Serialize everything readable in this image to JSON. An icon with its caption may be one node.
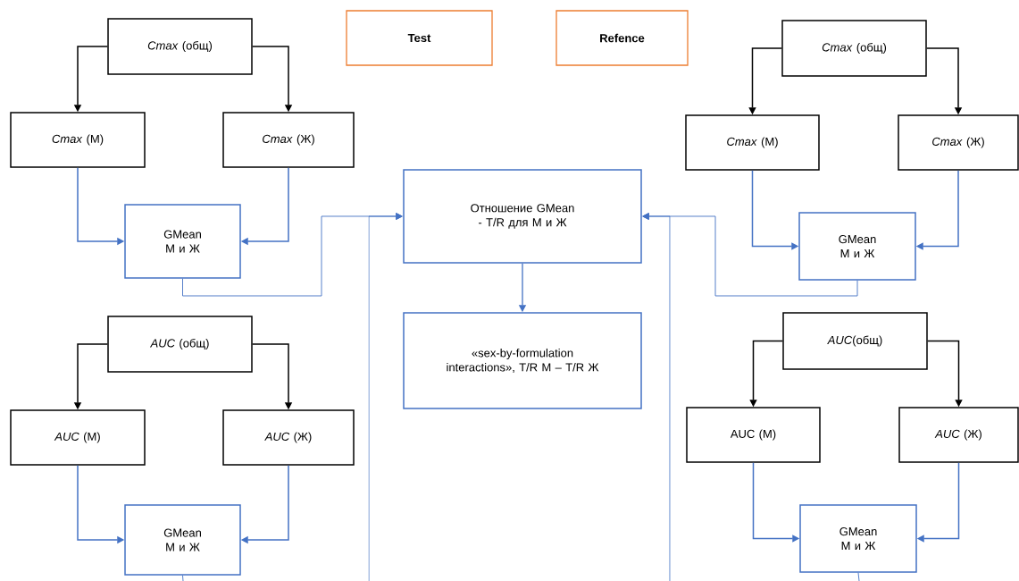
{
  "diagram": {
    "nodes": [
      {
        "text": [
          "Test"
        ]
      },
      {
        "text": [
          "Refence"
        ]
      },
      {
        "text": [
          "*Cmax* (общ)"
        ]
      },
      {
        "text": [
          "*Cmax* (общ)"
        ]
      },
      {
        "text": [
          "*Cmax* (М)"
        ]
      },
      {
        "text": [
          "*Cmax* (Ж)"
        ]
      },
      {
        "text": [
          "*Cmax* (М)"
        ]
      },
      {
        "text": [
          "*Cmax* (Ж)"
        ]
      },
      {
        "text": [
          "Отношение GMean - T/R для М и Ж"
        ]
      },
      {
        "text": [
          "GMean М и Ж"
        ]
      },
      {
        "text": [
          "GMean М и Ж"
        ]
      },
      {
        "text": [
          "«sex-by-formulation interactions», T/R М – T/R Ж"
        ]
      },
      {
        "text": [
          "*AUC* (общ)"
        ]
      },
      {
        "text": [
          "*AUC*(общ)"
        ]
      },
      {
        "text": [
          "*AUC* (М)"
        ]
      },
      {
        "text": [
          "*AUC* (Ж)"
        ]
      },
      {
        "text": [
          "AUC (М)"
        ]
      },
      {
        "text": [
          "*AUC* (Ж)"
        ]
      },
      {
        "text": [
          "GMean М и Ж"
        ]
      },
      {
        "text": [
          "GMean М и Ж"
        ]
      }
    ],
    "edges": [
      {
        "from": 2,
        "to": 4,
        "arrow": "to",
        "color": "#000000"
      },
      {
        "from": 2,
        "to": 5,
        "arrow": "to",
        "color": "#000000"
      },
      {
        "from": 3,
        "to": 6,
        "arrow": "to",
        "color": "#000000"
      },
      {
        "from": 3,
        "to": 7,
        "arrow": "to",
        "color": "#000000"
      },
      {
        "from": 4,
        "to": 9,
        "arrow": "to"
      },
      {
        "from": 5,
        "to": 9,
        "arrow": "to"
      },
      {
        "from": 6,
        "to": 10,
        "arrow": "to"
      },
      {
        "from": 7,
        "to": 10,
        "arrow": "to"
      },
      {
        "from": 9,
        "to": 8,
        "arrow": "to"
      },
      {
        "from": 10,
        "to": 8,
        "arrow": "to"
      },
      {
        "from": null,
        "to": 8,
        "arrow": "to"
      },
      {
        "from": null,
        "to": 8,
        "arrow": "to"
      },
      {
        "from": 8,
        "to": 11,
        "arrow": "to"
      },
      {
        "from": 12,
        "to": 14,
        "arrow": "to",
        "color": "#000000"
      },
      {
        "from": 12,
        "to": 15,
        "arrow": "to",
        "color": "#000000"
      },
      {
        "from": 13,
        "to": 16,
        "arrow": "to",
        "color": "#000000"
      },
      {
        "from": 13,
        "to": 17,
        "arrow": "to",
        "color": "#000000"
      },
      {
        "from": 14,
        "to": 18,
        "arrow": "to"
      },
      {
        "from": 15,
        "to": 18,
        "arrow": "to"
      },
      {
        "from": 16,
        "to": 19,
        "arrow": "to"
      },
      {
        "from": 17,
        "to": 19,
        "arrow": "to"
      },
      {
        "from": 18,
        "to": null,
        "arrow": "none"
      },
      {
        "from": 19,
        "to": null,
        "arrow": "none"
      }
    ]
  }
}
